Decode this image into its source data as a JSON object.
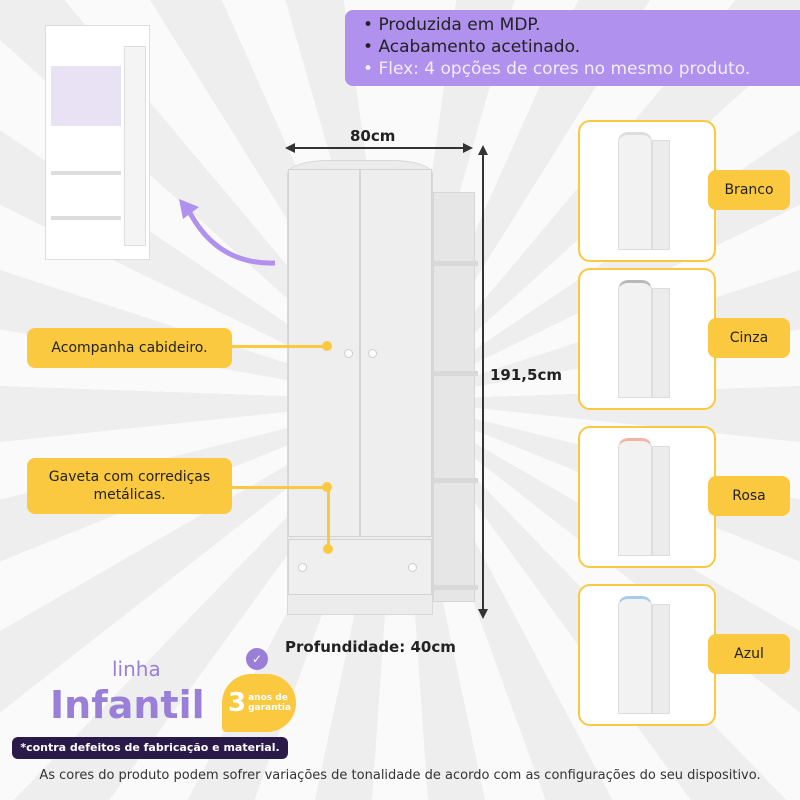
{
  "features": [
    "Produzida em MDP.",
    "Acabamento acetinado.",
    "Flex: 4 opções de cores no mesmo produto."
  ],
  "dimensions": {
    "width": "80cm",
    "height": "191,5cm",
    "depth": "Profundidade: 40cm"
  },
  "callouts": {
    "hanger": "Acompanha cabideiro.",
    "drawer": "Gaveta com corrediças metálicas."
  },
  "colors": [
    {
      "name": "Branco",
      "accent": "#dddddd"
    },
    {
      "name": "Cinza",
      "accent": "#b8b8b8"
    },
    {
      "name": "Rosa",
      "accent": "#f3b3a6"
    },
    {
      "name": "Azul",
      "accent": "#a9cbe8"
    }
  ],
  "brand": {
    "linha": "linha",
    "infantil": "Infantil",
    "warranty_number": "3",
    "warranty_text1": "anos de",
    "warranty_text2": "garantia",
    "disclaimer": "*contra defeitos de fabricação e material."
  },
  "footer": "As cores do produto podem sofrer variações de tonalidade de acordo com as configurações do seu dispositivo.",
  "palette": {
    "purple": "#b191ee",
    "yellow": "#fbc93f",
    "dark": "#2a1a4a"
  }
}
